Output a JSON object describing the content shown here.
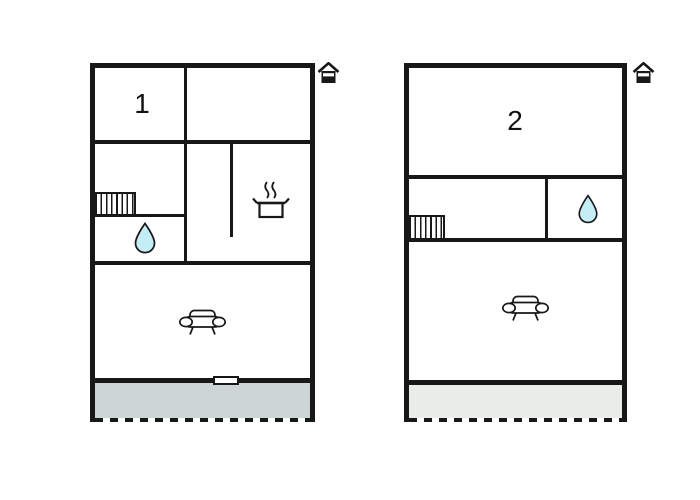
{
  "canvas": {
    "background": "#ffffff"
  },
  "colors": {
    "wall": "#181818",
    "water_drop_fill": "#c5edf5",
    "terrace_plan1": "#ccd5d3",
    "terrace_plan2": "#e8ede9"
  },
  "plans": [
    {
      "label": "1",
      "terrace_color": "#ccd5d3",
      "icons": [
        "house-icon",
        "stairs-icon",
        "water-drop-icon",
        "cooking-pot-icon",
        "sofa-icon",
        "door-marker"
      ]
    },
    {
      "label": "2",
      "terrace_color": "#e8ede9",
      "icons": [
        "house-icon",
        "stairs-icon",
        "water-drop-icon",
        "sofa-icon"
      ]
    }
  ]
}
